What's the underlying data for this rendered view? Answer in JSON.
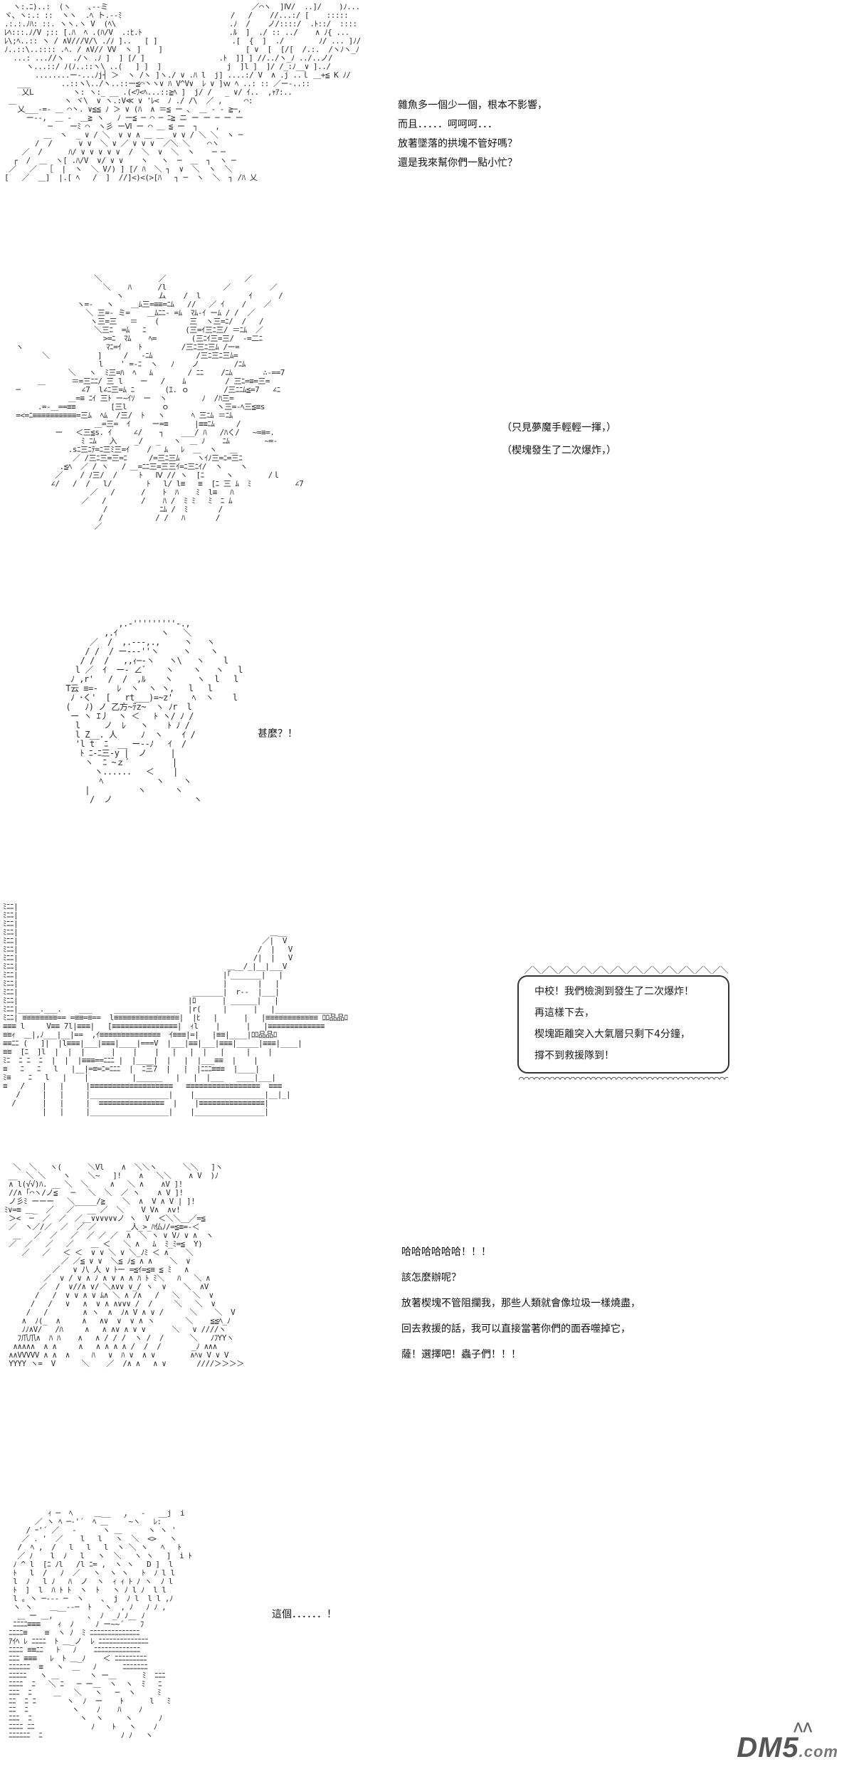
{
  "panel1": {
    "lines": [
      "雜魚多一個少一個，根本不影響，",
      "而且．．．．．呵呵呵．．．",
      "放著墜落的拱塊不管好嗎？",
      "還是我來幫你們一點小忙？"
    ]
  },
  "panel2": {
    "lines": [
      "（只見夢魔手輕輕一揮，）",
      "（楔塊發生了二次爆炸，）"
    ]
  },
  "panel3": {
    "lines": [
      "甚麼？！"
    ]
  },
  "panel4": {
    "lines": [
      "中校！我們檢測到發生了二次爆炸！",
      "再這樣下去，",
      "楔塊距離突入大氣層只剩下4分鐘，",
      "撐不到救援隊到！"
    ]
  },
  "panel5": {
    "lines": [
      "哈哈哈哈哈哈！！！",
      "該怎麼辦呢？",
      "放著楔塊不管阻攔我，那些人類就會像垃圾一樣燒盡，",
      "回去救援的話，我可以直接當著你們的面吞噬掉它，",
      "薩！選擇吧！蟲子們！！！"
    ]
  },
  "panel6": {
    "lines": [
      "這個．．．．．．！"
    ]
  },
  "watermark": {
    "text": "DM5",
    "suffix": ".com"
  }
}
